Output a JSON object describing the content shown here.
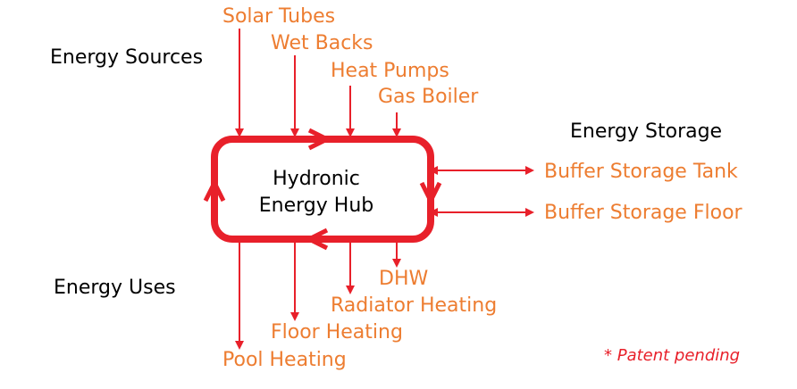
{
  "hub": {
    "line1": "Hydronic",
    "line2": "Energy Hub"
  },
  "groups": {
    "sources": "Energy Sources",
    "storage": "Energy Storage",
    "uses": "Energy Uses"
  },
  "sources": [
    "Solar Tubes",
    "Wet Backs",
    "Heat Pumps",
    "Gas Boiler"
  ],
  "storage": [
    "Buffer Storage Tank",
    "Buffer Storage Floor"
  ],
  "uses": [
    "DHW",
    "Radiator Heating",
    "Floor Heating",
    "Pool Heating"
  ],
  "note": "* Patent pending",
  "colors": {
    "arrow": "#E8202A",
    "label": "#ED7D31",
    "text": "#000000"
  }
}
